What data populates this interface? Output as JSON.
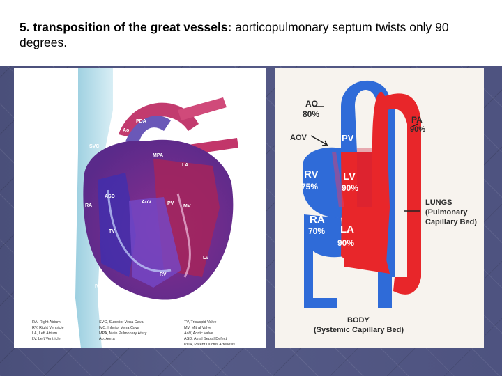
{
  "slide": {
    "heading_bold": "5. transposition of the great vessels:",
    "heading_rest": " aorticopulmonary septum twists only 90 degrees."
  },
  "left_figure": {
    "labels": {
      "pda": "PDA",
      "ao": "Ao",
      "svc": "SVC",
      "mpa": "MPA",
      "la": "LA",
      "asd": "ASD",
      "ra": "RA",
      "aov": "AoV",
      "pv": "PV",
      "mv": "MV",
      "tv": "TV",
      "lv": "LV",
      "rv": "RV",
      "ivc": "IVC"
    },
    "legend": {
      "col1": [
        "RA, Right Atrium",
        "RV, Right Ventricle",
        "LA, Left Atrium",
        "LV, Left Ventricle"
      ],
      "col2": [
        "SVC, Superior Vena Cava",
        "IVC, Inferior Vena Cava",
        "MPA, Main Pulmonary Atery",
        "Ao, Aorta"
      ],
      "col3": [
        "TV, Tricuspid Valve",
        "MV, Mitral Valve",
        "AoV, Aortic Valve",
        "ASD, Atrial Septal Defect",
        "PDA, Patent Ductus Arteriosis"
      ]
    }
  },
  "right_figure": {
    "ao": "AO",
    "ao_pct": "80%",
    "aov": "AOV",
    "pv": "PV",
    "pa": "PA",
    "pa_pct": "90%",
    "rv": "RV",
    "rv_pct": "75%",
    "lv": "LV",
    "lv_pct": "90%",
    "ra": "RA",
    "ra_pct": "70%",
    "la": "LA",
    "la_pct": "90%",
    "lungs_1": "LUNGS",
    "lungs_2": "(Pulmonary",
    "lungs_3": "Capillary Bed)",
    "body_1": "BODY",
    "body_2": "(Systemic Capillary Bed)"
  },
  "colors": {
    "oxygenated": "#e8262a",
    "deoxygenated": "#2f6bd8"
  }
}
